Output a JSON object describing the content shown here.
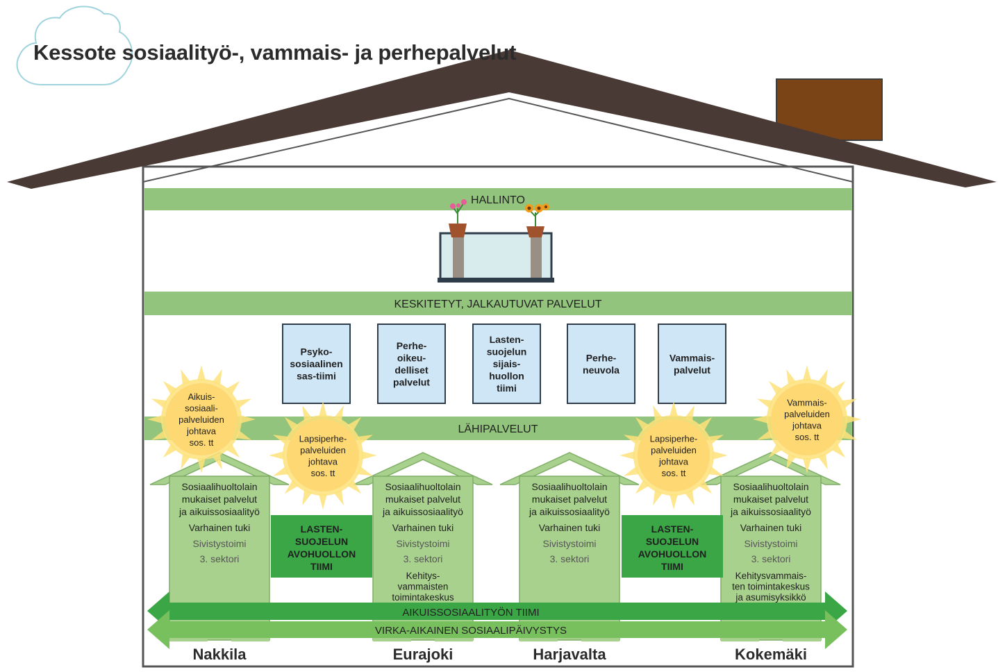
{
  "title": "Kessote sosiaalityö-, vammais- ja perhepalvelut",
  "colors": {
    "roof": "#4a3a36",
    "chimney": "#7a4416",
    "band_green": "#93c47d",
    "light_green": "#a9d18e",
    "dark_green": "#3ba646",
    "box_blue": "#cfe6f7",
    "sun": "#fdd873"
  },
  "bands": {
    "hallinto": "HALLINTO",
    "keskitetyt": "KESKITETYT, JALKAUTUVAT PALVELUT",
    "lahipalvelut": "LÄHIPALVELUT"
  },
  "central_services": [
    [
      "Psyko-",
      "sosiaalinen",
      "sas-tiimi"
    ],
    [
      "Perhe-",
      "oikeu-",
      "delliset",
      "palvelut"
    ],
    [
      "Lasten-",
      "suojelun",
      "sijais-",
      "huollon",
      "tiimi"
    ],
    [
      "Perhe-",
      "neuvola"
    ],
    [
      "Vammais-",
      "palvelut"
    ]
  ],
  "suns": [
    [
      "Aikuis-",
      "sosiaali-",
      "palveluiden",
      "johtava",
      "sos. tt"
    ],
    [
      "Lapsiperhe-",
      "palveluiden",
      "johtava",
      "sos. tt"
    ],
    [
      "Lapsiperhe-",
      "palveluiden",
      "johtava",
      "sos. tt"
    ],
    [
      "Vammais-",
      "palveluiden",
      "johtava",
      "sos. tt"
    ]
  ],
  "houses": [
    {
      "lines": [
        "Sosiaalihuoltolain",
        "mukaiset palvelut",
        "ja aikuissosiaalityö",
        "Varhainen tuki",
        "Sivistystoimi",
        "3. sektori"
      ],
      "extra": [],
      "municipality": "Nakkila"
    },
    {
      "lines": [
        "Sosiaalihuoltolain",
        "mukaiset palvelut",
        "ja aikuissosiaalityö",
        "Varhainen tuki",
        "Sivistystoimi",
        "3. sektori"
      ],
      "extra": [
        "Kehitys-",
        "vammaisten",
        "toimintakeskus"
      ],
      "municipality": "Eurajoki"
    },
    {
      "lines": [
        "Sosiaalihuoltolain",
        "mukaiset palvelut",
        "ja aikuissosiaalityö",
        "Varhainen tuki",
        "Sivistystoimi",
        "3. sektori"
      ],
      "extra": [],
      "municipality": "Harjavalta"
    },
    {
      "lines": [
        "Sosiaalihuoltolain",
        "mukaiset palvelut",
        "ja aikuissosiaalityö",
        "Varhainen tuki",
        "Sivistystoimi",
        "3. sektori"
      ],
      "extra": [
        "Kehitysvammais-",
        "ten toimintakeskus",
        "ja asumisyksikkö"
      ],
      "municipality": "Kokemäki"
    }
  ],
  "child_protection": [
    [
      "LASTEN-",
      "SUOJELUN",
      "AVOHUOLLON",
      "TIIMI"
    ],
    [
      "LASTEN-",
      "SUOJELUN",
      "AVOHUOLLON",
      "TIIMI"
    ]
  ],
  "arrows": {
    "adult_team": "AIKUISSOSIAALITYÖN TIIMI",
    "emergency": "VIRKA-AIKAINEN SOSIAALIPÄIVYSTYS"
  }
}
